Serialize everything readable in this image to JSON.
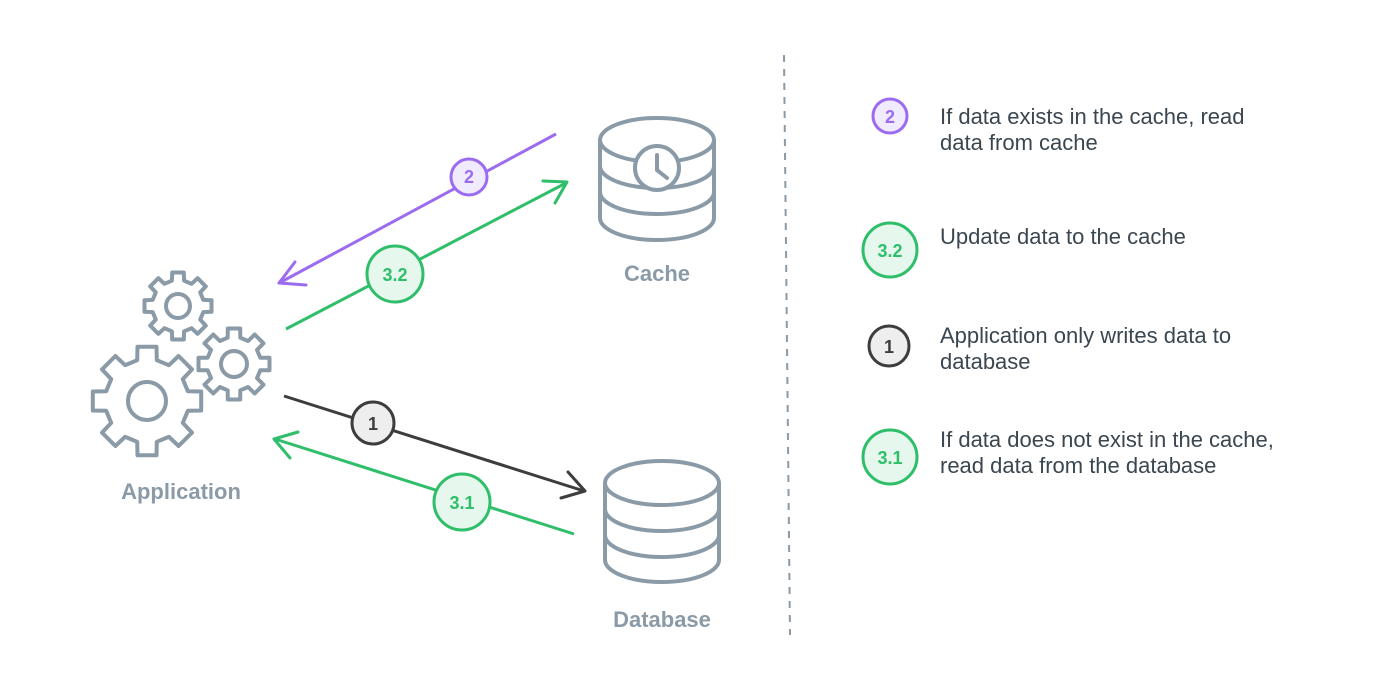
{
  "nodes": {
    "cache": "Cache",
    "database": "Database",
    "application": "Application"
  },
  "steps": [
    {
      "id": "2",
      "color": "#9b6cf0",
      "fill": "#f1ebff",
      "description": "If data exists in the cache, read data from cache"
    },
    {
      "id": "3.2",
      "color": "#2fbe6a",
      "fill": "#e6f7ee",
      "description": "Update data to the cache"
    },
    {
      "id": "1",
      "color": "#3d3d3d",
      "fill": "#eeeeee",
      "description": "Application only writes data to database"
    },
    {
      "id": "3.1",
      "color": "#2fbe6a",
      "fill": "#e6f7ee",
      "description": "If data does not exist in the cache, read data from the database"
    }
  ],
  "colors": {
    "icon_stroke": "#8a9aa6",
    "divider": "#8a9aa6"
  },
  "icons": {
    "application": "gears-icon",
    "cache": "database-clock-icon",
    "database": "database-icon"
  }
}
